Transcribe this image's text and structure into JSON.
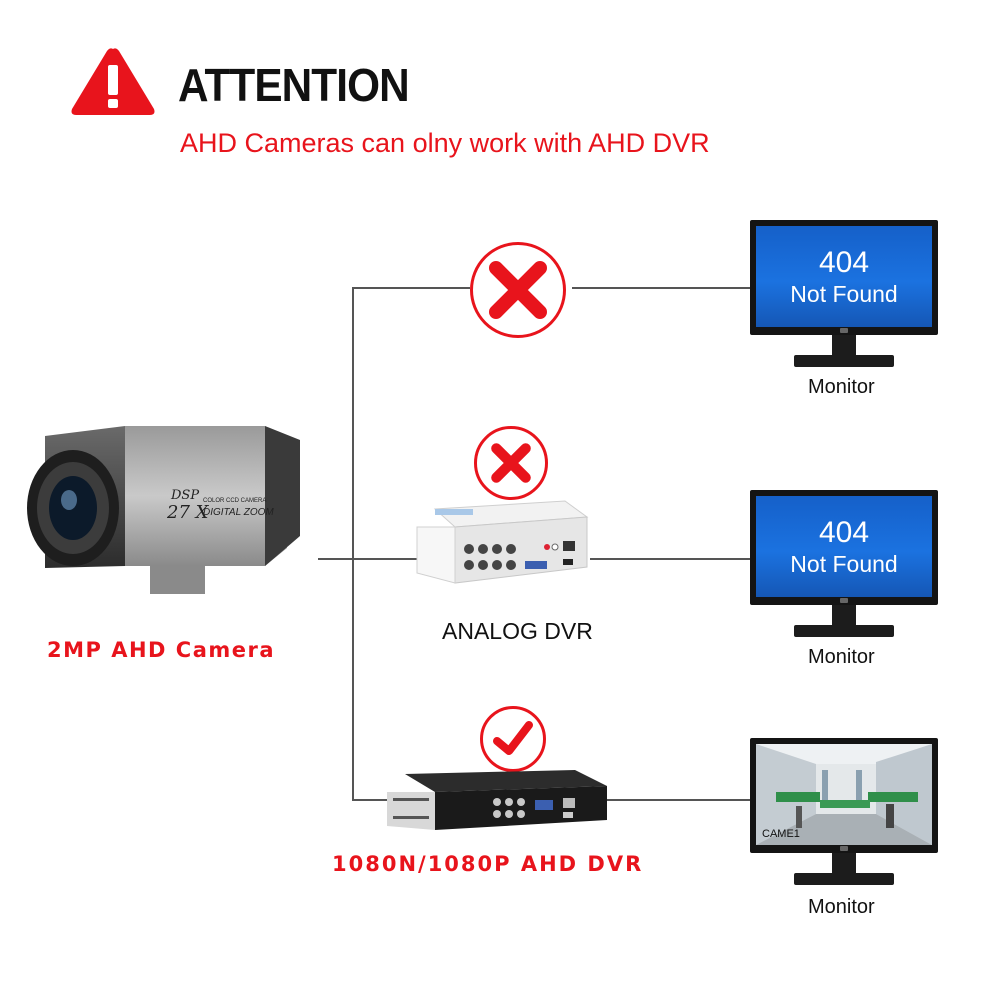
{
  "header": {
    "title": "ATTENTION",
    "subtitle": "AHD Cameras can olny work with AHD DVR",
    "accent_color": "#e8141c"
  },
  "camera": {
    "label": "2MP AHD Camera",
    "body_text_1": "DSP",
    "body_text_2": "27 X",
    "body_text_3": "COLOR CCD CAMERA",
    "body_text_4": "DIGITAL ZOOM"
  },
  "analog_dvr": {
    "label": "ANALOG DVR"
  },
  "ahd_dvr": {
    "label": "1080N/1080P AHD DVR"
  },
  "monitors": [
    {
      "code": "404",
      "message": "Not Found",
      "label": "Monitor",
      "status": "incompatible"
    },
    {
      "code": "404",
      "message": "Not Found",
      "label": "Monitor",
      "status": "incompatible"
    },
    {
      "overlay": "CAME1",
      "label": "Monitor",
      "status": "compatible"
    }
  ],
  "icons": {
    "warning": "warning-triangle-icon",
    "cross": "red-x-icon",
    "check": "red-check-icon"
  }
}
